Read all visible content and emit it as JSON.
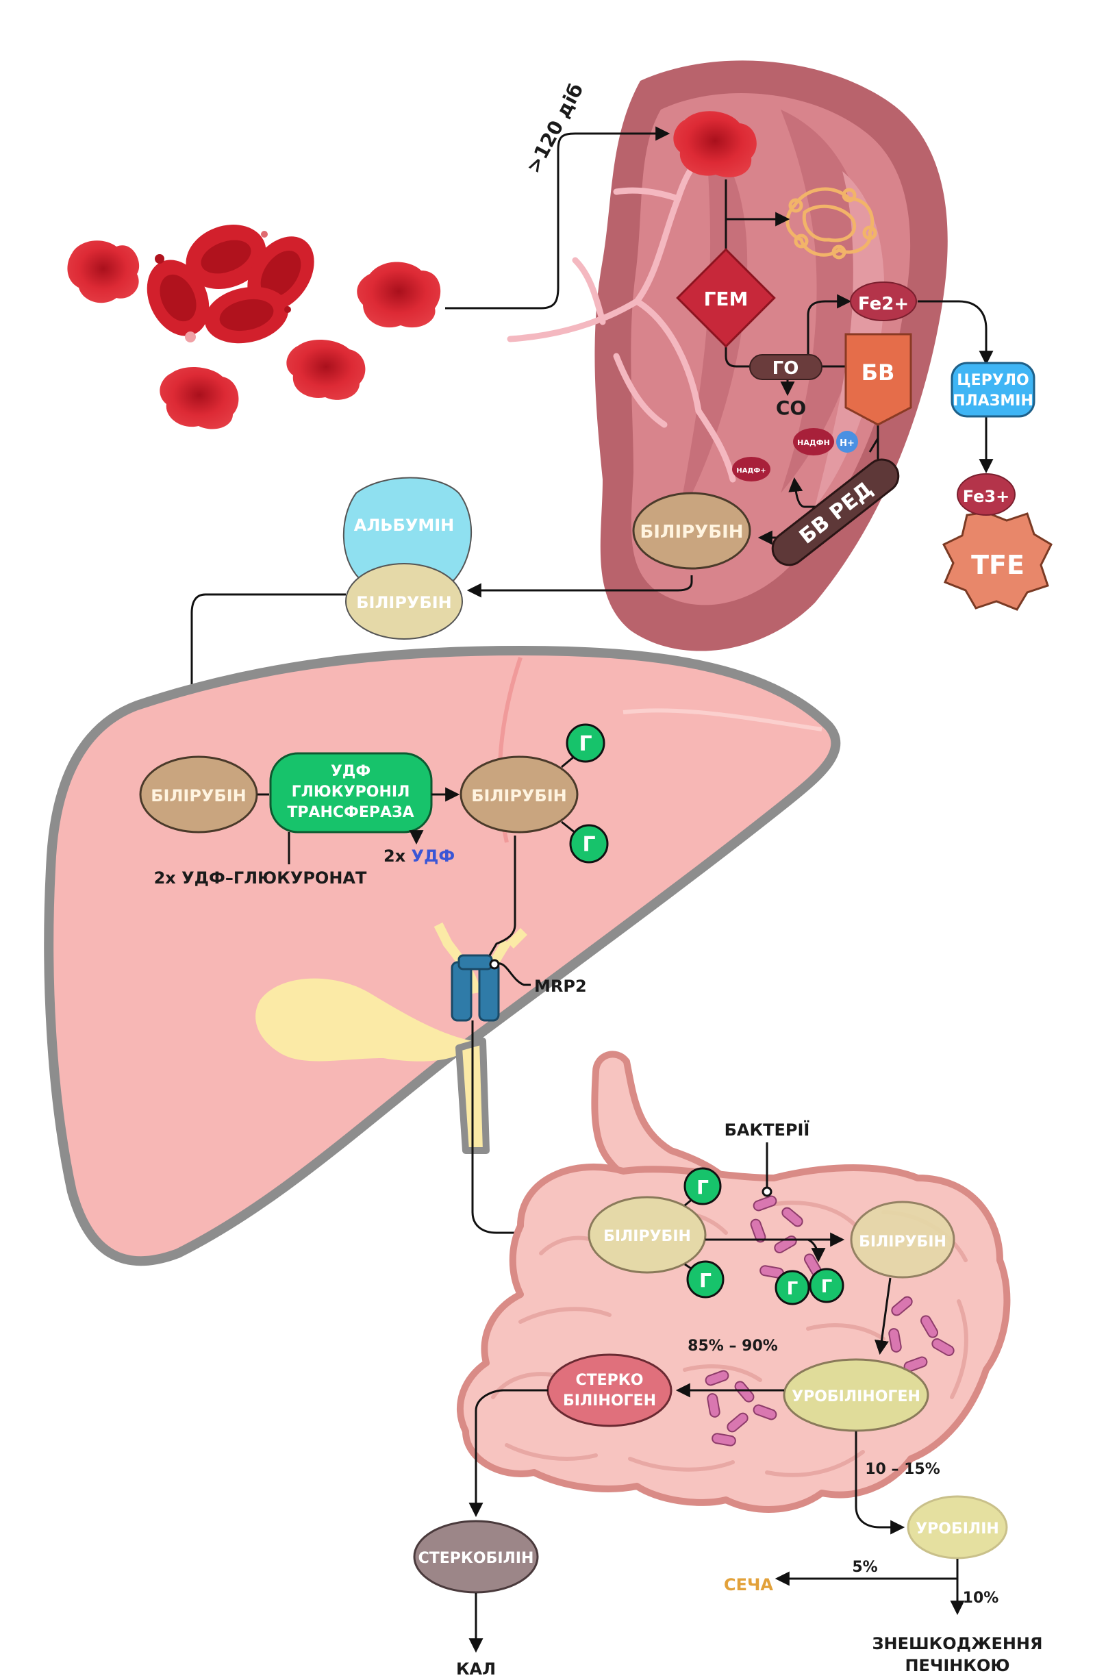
{
  "spleen": {
    "days_label": ">120 діб",
    "heme": "ГЕМ",
    "ho": "ГО",
    "co": "CO",
    "bv": "БВ",
    "nadph": "НАДФН",
    "h_plus": "H+",
    "nadp": "НАДФ+",
    "bv_red": "БВ РЕД",
    "bilirubin": "БІЛІРУБІН",
    "fe2": "Fe2+",
    "ceruloplasmin_line1": "ЦЕРУЛО",
    "ceruloplasmin_line2": "ПЛАЗМІН",
    "fe3": "Fe3+",
    "tfe": "TFE"
  },
  "blood": {
    "albumin": "АЛЬБУМІН",
    "bilirubin": "БІЛІРУБІН"
  },
  "liver": {
    "bilirubin_in": "БІЛІРУБІН",
    "enzyme_line1": "УДФ",
    "enzyme_line2": "ГЛЮКУРОНІЛ",
    "enzyme_line3": "ТРАНСФЕРАЗА",
    "udp_glucuronate": "2x УДФ–ГЛЮКУРОНАТ",
    "udp_prefix": "2x",
    "udp": "УДФ",
    "bilirubin_conj": "БІЛІРУБІН",
    "g": "Г",
    "mrp2": "MRP2"
  },
  "intestine": {
    "bacteria": "БАКТЕРІЇ",
    "bilirubin_conj": "БІЛІРУБІН",
    "bilirubin_free": "БІЛІРУБІН",
    "g": "Г",
    "percent_85_90": "85% – 90%",
    "urobilinogen": "УРОБІЛІНОГЕН",
    "stercobilinogen_line1": "СТЕРКО",
    "stercobilinogen_line2": "БІЛІНОГЕН",
    "percent_10_15": "10 – 15%",
    "urobilin": "УРОБІЛІН",
    "stercobilin": "СТЕРКОБІЛІН",
    "feces": "КАЛ",
    "urine": "СЕЧА",
    "percent_5": "5%",
    "percent_10": "10%",
    "liver_detox_line1": "ЗНЕШКОДЖЕННЯ",
    "liver_detox_line2": "ПЕЧІНКОЮ"
  },
  "colors": {
    "spleen": "#b9636c",
    "liver": "#f7b7b5",
    "liver_outline": "#8d8d8d",
    "intestine": "#f7c4c0",
    "bilirubin_node": "#c9a57f",
    "bilirubin_pale": "#e5d9a8",
    "glucuronide": "#17c36b",
    "enzyme": "#17c36b",
    "albumin": "#8fe0f0",
    "ceruloplasmin": "#3fb5f5",
    "tfe": "#e8876a",
    "bv": "#e56d4a",
    "heme": "#c7283a",
    "urobilinogen": "#e0dc9a",
    "stercobilinogen": "#e0707c",
    "stercobilin": "#9c8688",
    "urine": "#e2a13a",
    "udp": "#3a56d6",
    "rbc": "#e02a36"
  }
}
